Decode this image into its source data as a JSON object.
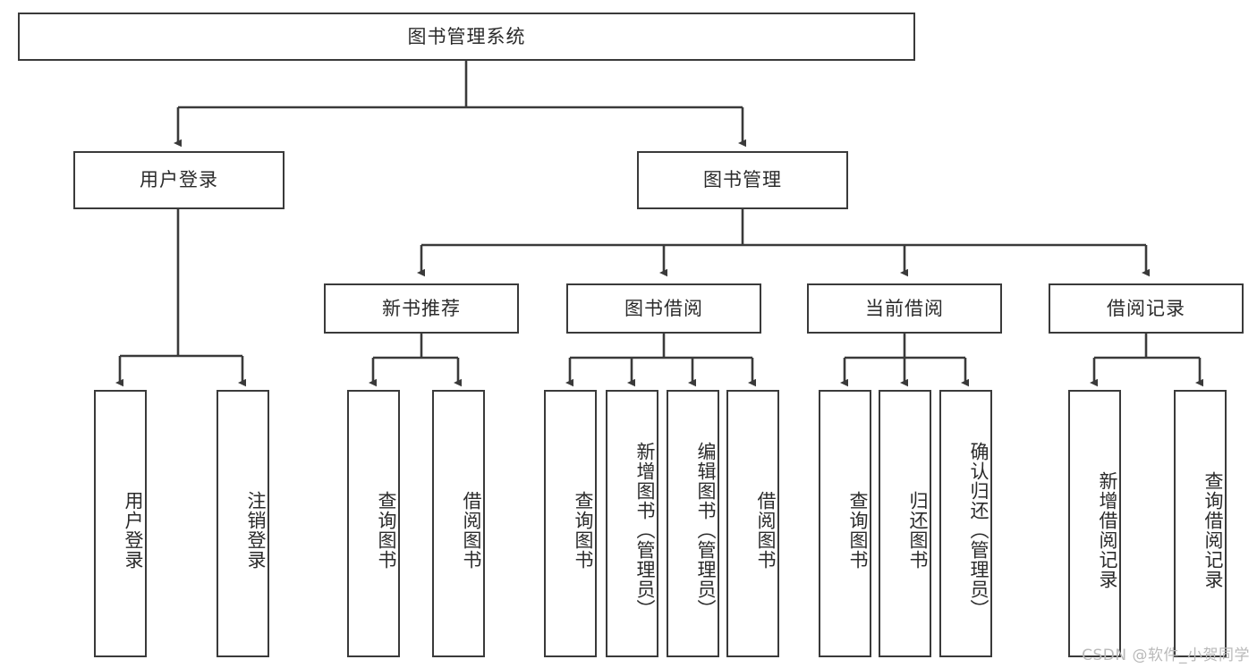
{
  "diagram": {
    "type": "tree-hierarchy",
    "title": "图书管理系统",
    "watermark": "CSDN @软件_小贺同学",
    "colors": {
      "box_border": "#3a3a3a",
      "box_fill": "#ffffff",
      "connector": "#3a3a3a",
      "text": "#2b2b2b",
      "watermark": "#b9b9b9"
    },
    "nodes": {
      "root": {
        "label": "图书管理系统",
        "orientation": "horizontal"
      },
      "level2": [
        {
          "id": "user-login",
          "label": "用户登录",
          "orientation": "horizontal"
        },
        {
          "id": "book-manage",
          "label": "图书管理",
          "orientation": "horizontal"
        }
      ],
      "level3": [
        {
          "id": "new-book-recommend",
          "label": "新书推荐",
          "orientation": "horizontal"
        },
        {
          "id": "book-borrow",
          "label": "图书借阅",
          "orientation": "horizontal"
        },
        {
          "id": "current-borrow",
          "label": "当前借阅",
          "orientation": "horizontal"
        },
        {
          "id": "borrow-record",
          "label": "借阅记录",
          "orientation": "horizontal"
        }
      ],
      "leaves": [
        {
          "id": "leaf-user-login",
          "parent": "user-login",
          "label": "用户登录",
          "orientation": "vertical"
        },
        {
          "id": "leaf-user-logout",
          "parent": "user-login",
          "label": "注销登录",
          "orientation": "vertical"
        },
        {
          "id": "leaf-query-book-1",
          "parent": "new-book-recommend",
          "label": "查询图书",
          "orientation": "vertical"
        },
        {
          "id": "leaf-borrow-book-1",
          "parent": "new-book-recommend",
          "label": "借阅图书",
          "orientation": "vertical"
        },
        {
          "id": "leaf-query-book-2",
          "parent": "book-borrow",
          "label": "查询图书",
          "orientation": "vertical"
        },
        {
          "id": "leaf-add-book",
          "parent": "book-borrow",
          "label": "新增图书（管理员）",
          "orientation": "vertical"
        },
        {
          "id": "leaf-edit-book",
          "parent": "book-borrow",
          "label": "编辑图书（管理员）",
          "orientation": "vertical"
        },
        {
          "id": "leaf-borrow-book-2",
          "parent": "book-borrow",
          "label": "借阅图书",
          "orientation": "vertical"
        },
        {
          "id": "leaf-query-book-3",
          "parent": "current-borrow",
          "label": "查询图书",
          "orientation": "vertical"
        },
        {
          "id": "leaf-return-book",
          "parent": "current-borrow",
          "label": "归还图书",
          "orientation": "vertical"
        },
        {
          "id": "leaf-confirm-return",
          "parent": "current-borrow",
          "label": "确认归还（管理员）",
          "orientation": "vertical"
        },
        {
          "id": "leaf-add-record",
          "parent": "borrow-record",
          "label": "新增借阅记录",
          "orientation": "vertical"
        },
        {
          "id": "leaf-query-record",
          "parent": "borrow-record",
          "label": "查询借阅记录",
          "orientation": "vertical"
        }
      ]
    }
  }
}
